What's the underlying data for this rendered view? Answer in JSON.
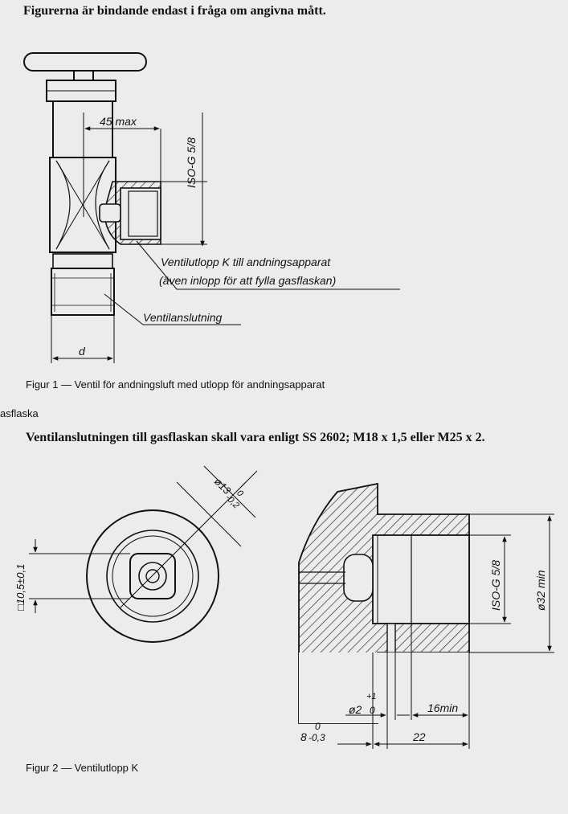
{
  "heading": "Figurerna är bindande endast i fråga om angivna mått.",
  "figure1": {
    "caption": "Figur 1 — Ventil för andningsluft med utlopp för andningsapparat",
    "dim_45": "45 max",
    "thread_label": "ISO-G 5/8",
    "outlet_label_1": "Ventilutlopp K till andningsapparat",
    "outlet_label_2": "(även inlopp för att fylla gasflaskan)",
    "connection_label": "Ventilanslutning",
    "dim_d": "d"
  },
  "fragment_text": "asflaska",
  "standard_text": "Ventilanslutningen till gasflaskan skall vara enligt SS 2602; M18 x 1,5 eller M25 x 2.",
  "figure2": {
    "caption": "Figur 2 — Ventilutlopp K",
    "dia13_main": "ø13",
    "dia13_upper": "0",
    "dia13_lower": "-0,2",
    "square": "□10,5±0,1",
    "thread": "ISO-G 5/8",
    "dia32": "ø32 min",
    "dia2_main": "ø2",
    "dia2_upper": "+1",
    "dia2_lower": "0",
    "len16": "16min",
    "len8_main": "8",
    "len8_upper": "0",
    "len8_lower": "-0,3",
    "len22": "22"
  },
  "colors": {
    "ink": "#111111",
    "paper": "#ececec"
  }
}
